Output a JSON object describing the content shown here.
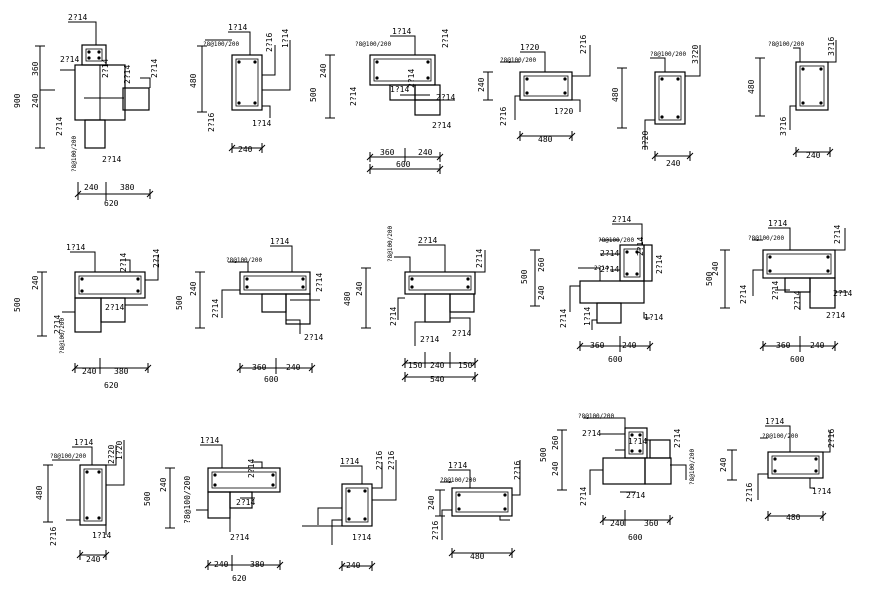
{
  "details": [
    {
      "id": "d1",
      "labels": [
        "2?14",
        "2?14",
        "2?14",
        "2?14",
        "2?14",
        "2?14",
        "2?14",
        "?8@100/200"
      ],
      "dims_v": [
        "360",
        "240",
        "900"
      ],
      "dims_h": [
        "240",
        "380",
        "620"
      ]
    },
    {
      "id": "d2",
      "labels": [
        "1?14",
        "?8@100/200",
        "2?16",
        "1?14",
        "2?16",
        "1?14"
      ],
      "dims_v": [
        "480"
      ],
      "dims_h": [
        "240"
      ]
    },
    {
      "id": "d3",
      "labels": [
        "1?14",
        "?8@100/200",
        "2?14",
        "2?14",
        "1?14",
        "2?14",
        "2?14",
        "2?14"
      ],
      "dims_v": [
        "240",
        "500"
      ],
      "dims_h": [
        "360",
        "240",
        "600"
      ]
    },
    {
      "id": "d4",
      "labels": [
        "1?20",
        "?8@100/200",
        "2?16",
        "2?16",
        "1?20"
      ],
      "dims_v": [
        "240"
      ],
      "dims_h": [
        "480"
      ]
    },
    {
      "id": "d5",
      "labels": [
        "?8@100/200",
        "3?20",
        "3?20"
      ],
      "dims_v": [
        "480"
      ],
      "dims_h": [
        "240"
      ]
    },
    {
      "id": "d6",
      "labels": [
        "?8@100/200",
        "3?16",
        "3?16"
      ],
      "dims_v": [
        "480"
      ],
      "dims_h": [
        "240"
      ]
    },
    {
      "id": "d7",
      "labels": [
        "1?14",
        "2?14",
        "2?14",
        "2?14",
        "2?14",
        "?8@100/200"
      ],
      "dims_v": [
        "240",
        "500"
      ],
      "dims_h": [
        "240",
        "380",
        "620"
      ]
    },
    {
      "id": "d8",
      "labels": [
        "1?14",
        "?8@100/200",
        "2?14",
        "2?14",
        "2?14"
      ],
      "dims_v": [
        "240",
        "500"
      ],
      "dims_h": [
        "360",
        "240",
        "600"
      ]
    },
    {
      "id": "d9",
      "labels": [
        "2?14",
        "?8@100/200",
        "2?14",
        "2?14",
        "2?14",
        "2?14"
      ],
      "dims_v": [
        "240",
        "480"
      ],
      "dims_h": [
        "150",
        "240",
        "150",
        "540"
      ]
    },
    {
      "id": "d10",
      "labels": [
        "2?14",
        "?8@100/200",
        "2?14",
        "2?14",
        "2?14",
        "2?14",
        "2?14",
        "1?14",
        "1?14",
        "2?14"
      ],
      "dims_v": [
        "260",
        "240",
        "500"
      ],
      "dims_h": [
        "360",
        "240",
        "600"
      ]
    },
    {
      "id": "d11",
      "labels": [
        "1?14",
        "?8@100/200",
        "2?14",
        "2?14",
        "2?14",
        "2?14",
        "2?14",
        "2?14"
      ],
      "dims_v": [
        "240",
        "500"
      ],
      "dims_h": [
        "360",
        "240",
        "600"
      ]
    },
    {
      "id": "d12",
      "labels": [
        "1?14",
        "?8@100/200",
        "2?20",
        "1?20",
        "2?16",
        "1?14"
      ],
      "dims_v": [
        "480"
      ],
      "dims_h": [
        "240"
      ]
    },
    {
      "id": "d13",
      "labels": [
        "1?14",
        "2?14",
        "2?14",
        "2?14",
        "?8@100/200"
      ],
      "dims_v": [
        "240",
        "500"
      ],
      "dims_h": [
        "240",
        "380",
        "620"
      ]
    },
    {
      "id": "d14",
      "labels": [
        "1?14",
        "2?16",
        "2?16",
        "1?14"
      ],
      "dims_v": [],
      "dims_h": [
        "240"
      ]
    },
    {
      "id": "d15",
      "labels": [
        "1?14",
        "?8@100/200",
        "2?16",
        "2?16"
      ],
      "dims_v": [
        "240"
      ],
      "dims_h": [
        "480"
      ]
    },
    {
      "id": "d16",
      "labels": [
        "?8@100/200",
        "2?14",
        "1?14",
        "2?14",
        "2?14",
        "2?14",
        "?8@100/200"
      ],
      "dims_v": [
        "260",
        "240",
        "500"
      ],
      "dims_h": [
        "240",
        "360",
        "600"
      ]
    },
    {
      "id": "d17",
      "labels": [
        "1?14",
        "?8@100/200",
        "2?16",
        "2?16",
        "1?14"
      ],
      "dims_v": [
        "240"
      ],
      "dims_h": [
        "480"
      ]
    }
  ]
}
